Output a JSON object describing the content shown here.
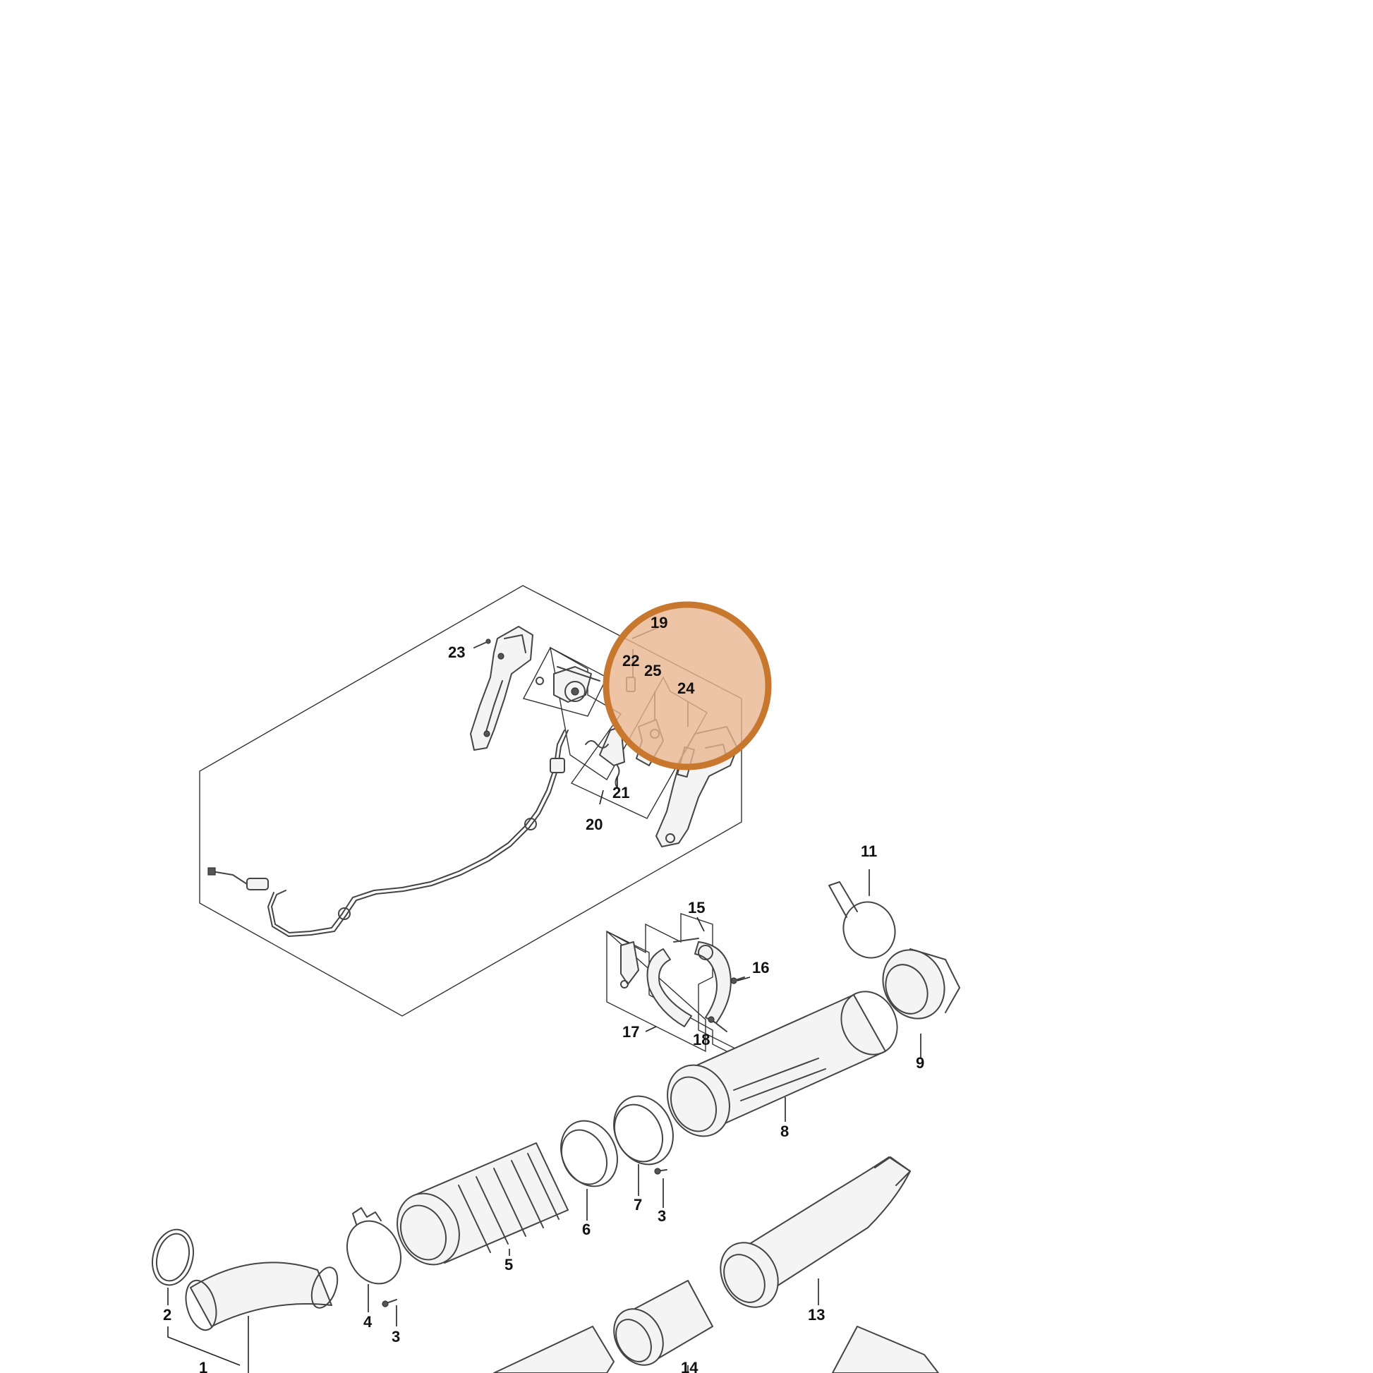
{
  "labels": {
    "p1": "1",
    "p2": "2",
    "p3a": "3",
    "p3b": "3",
    "p4": "4",
    "p5": "5",
    "p6": "6",
    "p7": "7",
    "p8": "8",
    "p9": "9",
    "p11": "11",
    "p13": "13",
    "p14": "14",
    "p15": "15",
    "p16": "16",
    "p17": "17",
    "p18": "18",
    "p19": "19",
    "p20": "20",
    "p21": "21",
    "p22": "22",
    "p23": "23",
    "p24": "24",
    "p25": "25"
  },
  "highlight": {
    "parts": [
      "24",
      "25"
    ],
    "fill_color": "#e8b58e",
    "ring_color": "#c8782e",
    "fill_opacity": 0.8
  }
}
